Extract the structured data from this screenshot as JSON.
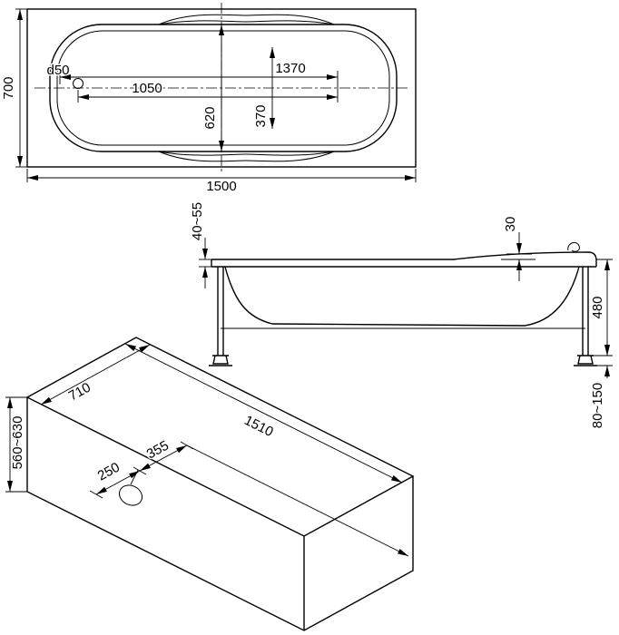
{
  "top_view": {
    "width": "700",
    "length": "1500",
    "drain": "d50",
    "inner_length": "1370",
    "bottom_length": "1050",
    "inner_width": "620",
    "bottom_width": "370"
  },
  "side_view": {
    "rim": "40~55",
    "step": "30",
    "height": "480",
    "legs": "80~150"
  },
  "iso_view": {
    "width": "710",
    "height": "560~630",
    "length": "1510",
    "drain_a": "250",
    "drain_b": "355"
  }
}
